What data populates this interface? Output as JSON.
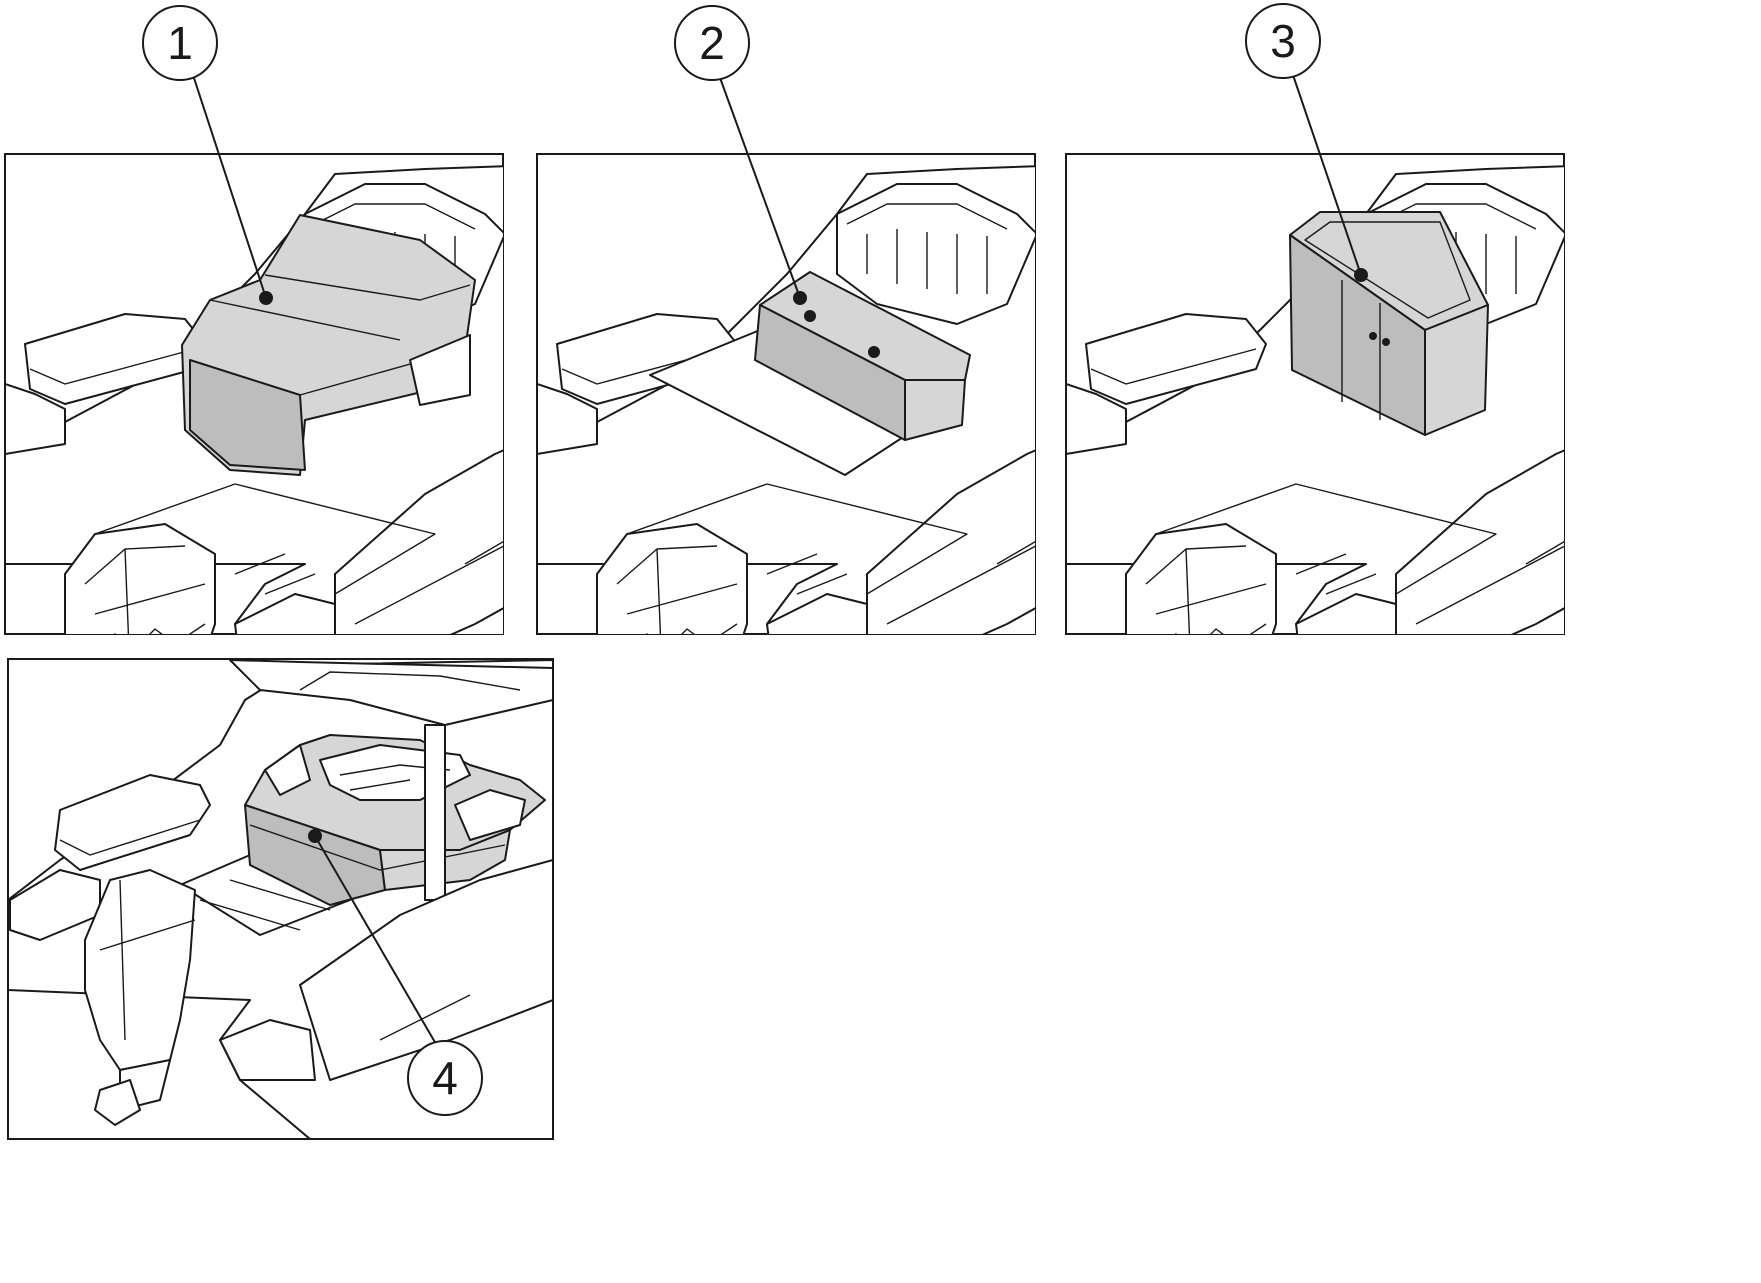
{
  "callouts": [
    {
      "label": "1",
      "item": "module-1"
    },
    {
      "label": "2",
      "item": "module-2"
    },
    {
      "label": "3",
      "item": "module-3"
    },
    {
      "label": "4",
      "item": "module-4"
    }
  ],
  "colors": {
    "line": "#1a1a1a",
    "highlight": "#d6d6d6",
    "highlight_dark": "#bdbdbd",
    "background": "#ffffff"
  }
}
